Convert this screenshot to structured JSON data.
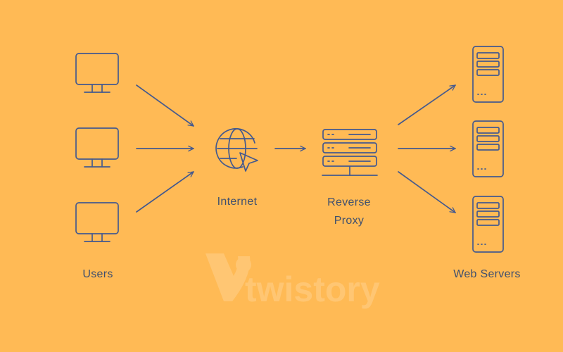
{
  "colors": {
    "background": "#FFBA55",
    "stroke": "#44598E",
    "text": "#3F4F6E",
    "watermark": "#FFD08C"
  },
  "nodes": {
    "users": {
      "label": "Users",
      "icon": "monitor-icon",
      "count": 3
    },
    "internet": {
      "label": "Internet",
      "icon": "globe-cursor-icon"
    },
    "reverse_proxy": {
      "label": "Reverse\nProxy",
      "icon": "server-rack-icon"
    },
    "web_servers": {
      "label": "Web Servers",
      "icon": "server-tower-icon",
      "count": 3
    }
  },
  "watermark": {
    "text": "twistory"
  }
}
